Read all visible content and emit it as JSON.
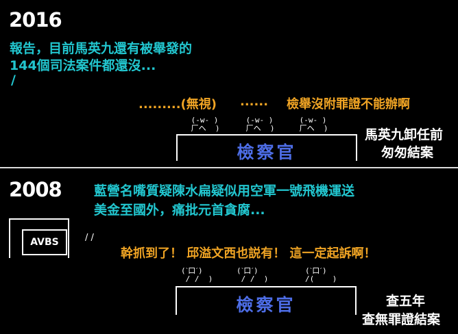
{
  "top": {
    "year": "2016",
    "report_lines": [
      "報告，目前馬英九還有被舉發的",
      "144個司法案件都還沒..."
    ],
    "slash": "/",
    "reactions": [
      ".........(無視)",
      "......",
      "檢舉沒附罪證不能辦啊"
    ],
    "kaomoji": [
      " (-w- )\n 厂ヘ  )",
      " (-w- )\n 厂ヘ  )",
      " (-w- )\n 厂ヘ  )"
    ],
    "desk_label": "檢察官",
    "caption": [
      "馬英九卸任前",
      "匆匆結案"
    ]
  },
  "bottom": {
    "year": "2008",
    "report_lines": [
      "藍營名嘴質疑陳水扁疑似用空軍一號飛機運送",
      "美金至國外，痛批元首貪腐..."
    ],
    "tv_label": "AVBS",
    "slash": "/ /",
    "reactions": [
      "幹抓到了！ 邱溢文西也説有！ 這一定起訴啊！"
    ],
    "kaomoji": [
      "(ˋ口ˊ)\n / /  )",
      "(ˋ口ˊ)\n / /  )",
      "(ˋ口ˊ)\n/(    )"
    ],
    "desk_label": "檢察官",
    "caption": [
      "查五年",
      "查無罪證結案"
    ]
  }
}
